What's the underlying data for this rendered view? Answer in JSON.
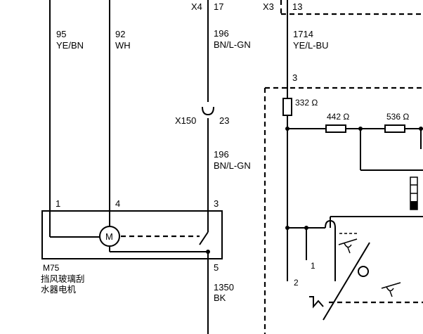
{
  "connectors": {
    "x4": "X4",
    "x4_pin": "17",
    "x3": "X3",
    "x3_pin": "13",
    "x150": "X150",
    "x150_pin": "23"
  },
  "wires": {
    "w95": {
      "num": "95",
      "color": "YE/BN"
    },
    "w92": {
      "num": "92",
      "color": "WH"
    },
    "w196a": {
      "num": "196",
      "color": "BN/L-GN"
    },
    "w196b": {
      "num": "196",
      "color": "BN/L-GN"
    },
    "w1714": {
      "num": "1714",
      "color": "YE/L-BU"
    },
    "w1350": {
      "num": "1350",
      "color": "BK"
    }
  },
  "motor": {
    "symbol": "M",
    "pin1": "1",
    "pin4": "4",
    "pin3": "3",
    "pin5": "5",
    "id": "M75",
    "name_line1": "挡风玻璃刮",
    "name_line2": "水器电机"
  },
  "module": {
    "pin3": "3",
    "r1": "332 Ω",
    "r2": "442 Ω",
    "r3": "536 Ω",
    "sw1": "1",
    "sw2": "2"
  }
}
